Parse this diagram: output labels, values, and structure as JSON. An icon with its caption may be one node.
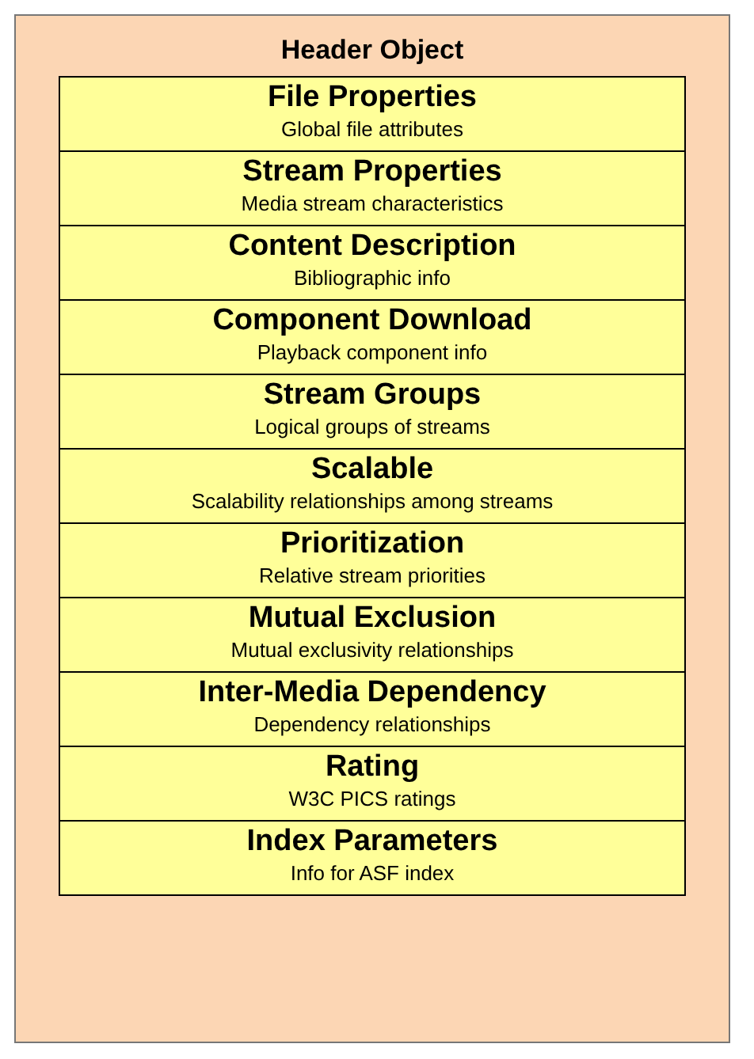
{
  "diagram": {
    "nodes": [
      {
        "text": [
          "Header Object"
        ]
      },
      {
        "text": [
          "File Properties",
          "Global file attributes"
        ],
        "in": 0
      },
      {
        "text": [
          "Stream Properties",
          "Media stream characteristics"
        ],
        "in": 0
      },
      {
        "text": [
          "Content Description",
          "Bibliographic info"
        ],
        "in": 0
      },
      {
        "text": [
          "Component Download",
          "Playback component info"
        ],
        "in": 0
      },
      {
        "text": [
          "Stream Groups",
          "Logical groups of streams"
        ],
        "in": 0
      },
      {
        "text": [
          "Scalable",
          "Scalability relationships among streams"
        ],
        "in": 0
      },
      {
        "text": [
          "Prioritization",
          "Relative stream priorities"
        ],
        "in": 0
      },
      {
        "text": [
          "Mutual Exclusion",
          "Mutual exclusivity relationships"
        ],
        "in": 0
      },
      {
        "text": [
          "Inter-Media Dependency",
          "Dependency relationships"
        ],
        "in": 0
      },
      {
        "text": [
          "Rating",
          "W3C PICS ratings"
        ],
        "in": 0
      },
      {
        "text": [
          "Index Parameters",
          "Info for ASF index"
        ],
        "in": 0
      }
    ]
  }
}
